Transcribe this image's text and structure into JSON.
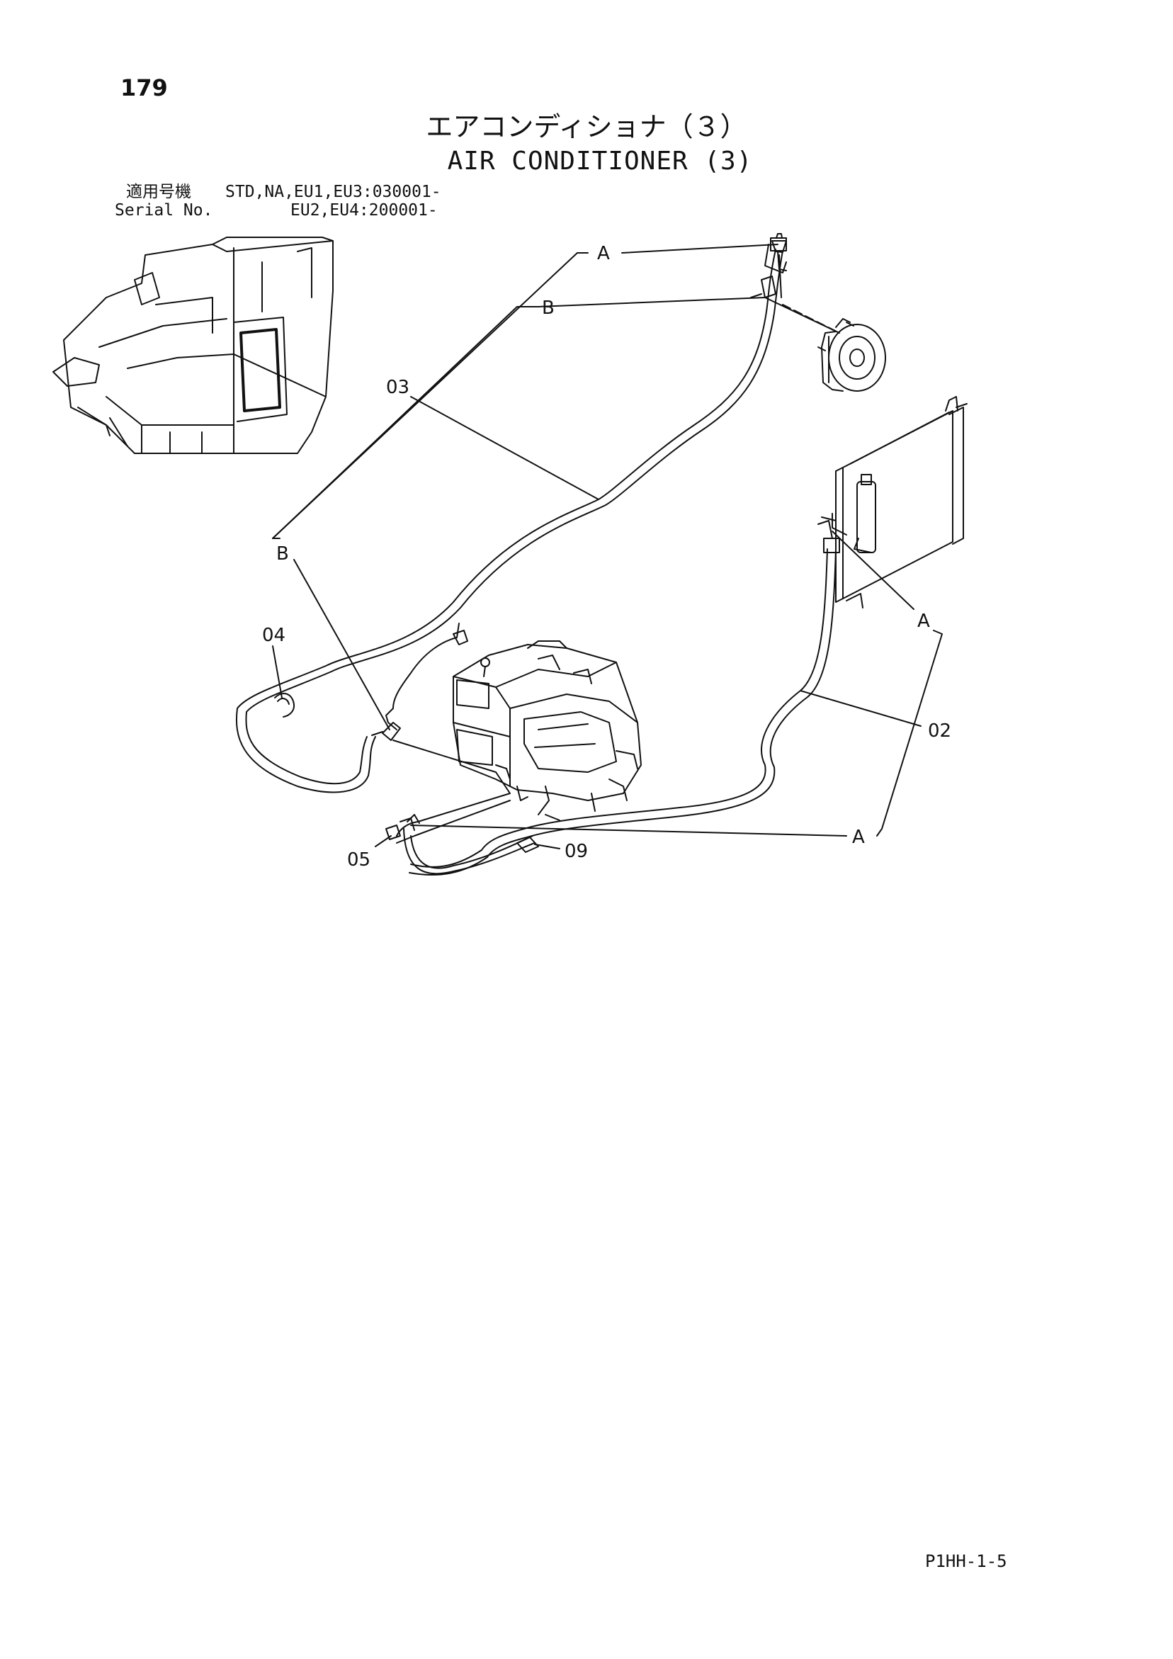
{
  "page_number": "179",
  "title_jp": "エアコンディショナ（３）",
  "title_en": "AIR CONDITIONER (3)",
  "serial": {
    "label_jp": "適用号機",
    "label_en": "Serial No.",
    "line1": "STD,NA,EU1,EU3:030001-",
    "line2": "EU2,EU4:200001-"
  },
  "callouts": {
    "a_top": "A",
    "b_top": "B",
    "p03": "03",
    "b_left": "B",
    "p04": "04",
    "a_right": "A",
    "p02": "02",
    "a_bottom": "A",
    "p05": "05",
    "p09": "09"
  },
  "doc_code": "P1HH-1-5"
}
